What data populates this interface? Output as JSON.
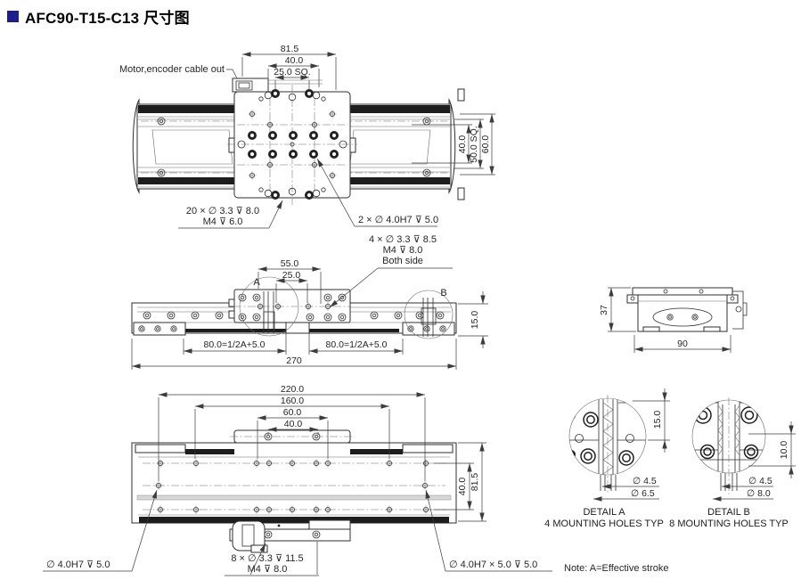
{
  "title": "AFC90-T15-C13 尺寸图",
  "colors": {
    "accent_square": "#1e1e87",
    "drawing_line": "#2f2f2f",
    "dimension_text": "#262626"
  },
  "top_view": {
    "cable_label": "Motor,encoder cable out",
    "dim_width_total": "81.5",
    "dim_width_inner": "40.0",
    "dim_width_square": "25.0 SQ.",
    "dim_height_inner": "40.0",
    "dim_height_square": "50.0 SQ.",
    "dim_height_total": "60.0",
    "callout_tapped_line1": "20 × ∅ 3.3 ⊽ 8.0",
    "callout_tapped_line2": "M4 ⊽ 6.0",
    "callout_pin": "2 × ∅ 4.0H7 ⊽ 5.0"
  },
  "front_view": {
    "dim_55": "55.0",
    "dim_25": "25.0",
    "detail_a_marker": "A",
    "detail_b_marker": "B",
    "callout_side_line1": "4 × ∅ 3.3 ⊽ 8.5",
    "callout_side_line2": "M4 ⊽ 8.0",
    "callout_side_line3": "Both side",
    "dim_stroke_left": "80.0=1/2A+5.0",
    "dim_stroke_right": "80.0=1/2A+5.0",
    "dim_length": "270",
    "dim_height_base": "15.0"
  },
  "side_view": {
    "dim_height": "37",
    "dim_width": "90"
  },
  "bottom_view": {
    "dim_220": "220.0",
    "dim_160": "160.0",
    "dim_60": "60.0",
    "dim_40": "40.0",
    "dim_height_inner": "40.0",
    "dim_height_total": "81.5",
    "callout_tapped_line1": "8 × ∅ 3.3 ⊽ 11.5",
    "callout_tapped_line2": "M4 ⊽ 8.0",
    "callout_pin_left": "∅ 4.0H7 ⊽ 5.0",
    "callout_pin_right": "∅ 4.0H7 × 5.0 ⊽ 5.0"
  },
  "detail_a": {
    "dim_depth": "15.0",
    "dia_small": "∅ 4.5",
    "dia_large": "∅ 6.5",
    "title": "DETAIL A",
    "subtitle": "4 MOUNTING HOLES TYP"
  },
  "detail_b": {
    "dim_depth": "10.0",
    "dia_small": "∅ 4.5",
    "dia_large": "∅ 8.0",
    "title": "DETAIL B",
    "subtitle": "8 MOUNTING HOLES TYP"
  },
  "note": "Note:  A=Effective stroke"
}
